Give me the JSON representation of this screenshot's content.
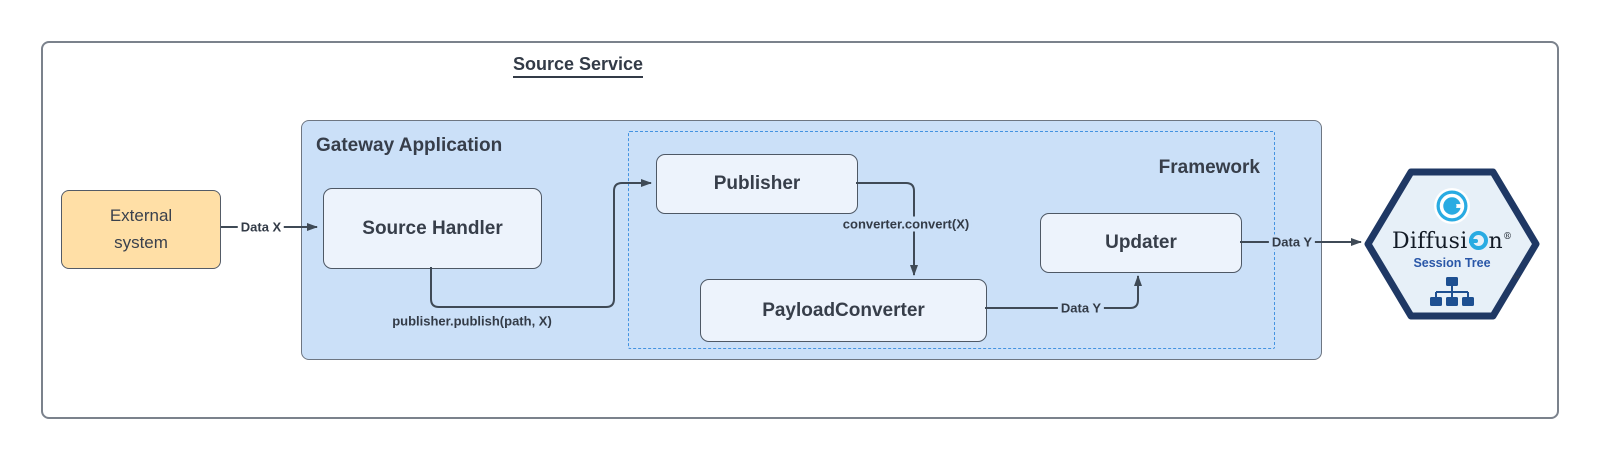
{
  "title": "Source Service",
  "external_system": {
    "label": "External system"
  },
  "gateway": {
    "label": "Gateway Application"
  },
  "framework": {
    "label": "Framework"
  },
  "nodes": {
    "source_handler": "Source Handler",
    "publisher": "Publisher",
    "payload_converter": "PayloadConverter",
    "updater": "Updater"
  },
  "edges": {
    "data_x": "Data X",
    "publish": "publisher.publish(path, X)",
    "convert": "converter.convert(X)",
    "data_y_internal": "Data Y",
    "data_y_out": "Data Y"
  },
  "diffusion": {
    "brand_start": "Diffusi",
    "brand_end": "n",
    "registered": "®",
    "subtitle": "Session Tree",
    "trademark": "™"
  },
  "colors": {
    "gateway_fill": "#CBE0F8",
    "node_fill": "#EDF3FC",
    "external_fill": "#FFDFA6",
    "framework_dash": "#4493E1",
    "edge_stroke": "#3F4A56",
    "hexagon_border": "#1F3864",
    "hexagon_fill": "#E7F0F8",
    "brand_cyan": "#29ABE2",
    "session_tree_blue": "#2A57A8"
  }
}
